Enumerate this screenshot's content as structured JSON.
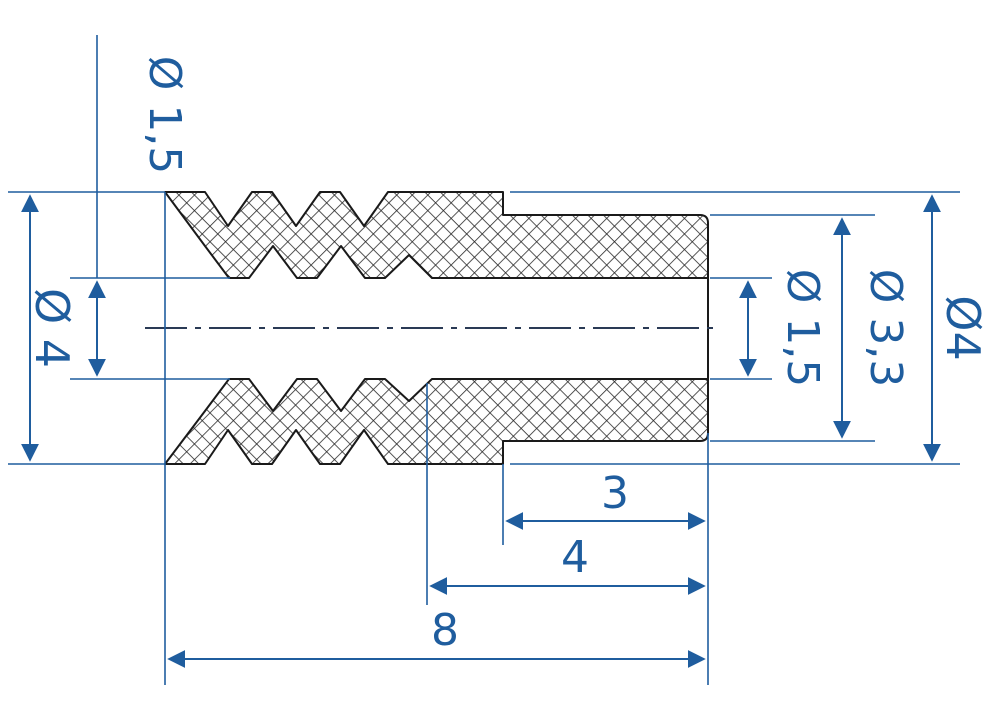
{
  "colors": {
    "dimension": "#1f5d9e",
    "outline": "#1a1a1a",
    "hatch": "#2b2b2b",
    "background": "#ffffff"
  },
  "dimensions": {
    "left_inner_diameter": "Ø 1,5",
    "left_outer_diameter": "Ø 4",
    "right_inner_diameter": "Ø 1,5",
    "right_mid_diameter": "Ø 3,3",
    "right_outer_diameter": "Ø4",
    "length_3": "3",
    "length_4": "4",
    "length_8": "8"
  }
}
